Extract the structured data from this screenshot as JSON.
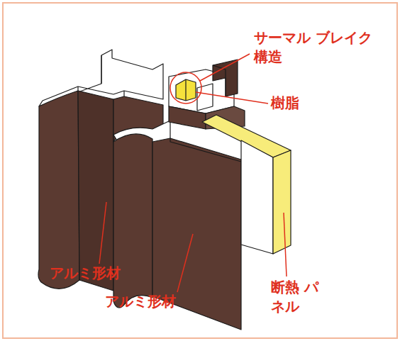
{
  "diagram": {
    "labels": [
      "サーマル ブレイク構造",
      "樹脂",
      "アルミ形材",
      "アルミ形材",
      "断熱 パネル"
    ]
  }
}
